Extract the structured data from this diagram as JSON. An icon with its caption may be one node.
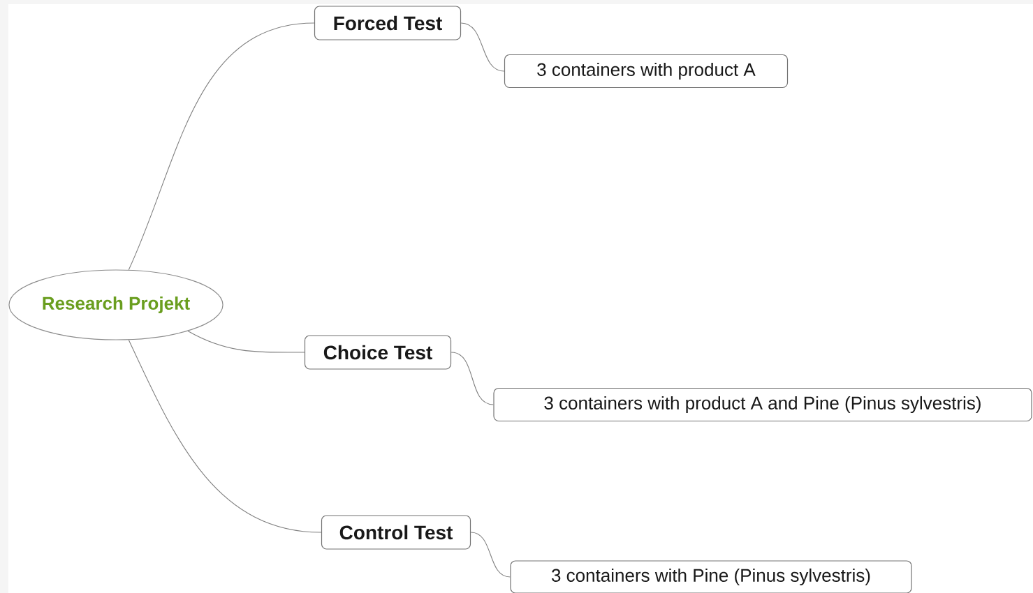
{
  "diagram": {
    "nodes": [
      {
        "text": [
          "Research Projekt"
        ]
      },
      {
        "text": [
          "Forced Test"
        ]
      },
      {
        "text": [
          "3 containers with product A"
        ]
      },
      {
        "text": [
          "Choice Test"
        ]
      },
      {
        "text": [
          "3 containers with product A and Pine (Pinus sylvestris)"
        ]
      },
      {
        "text": [
          "Control Test"
        ]
      },
      {
        "text": [
          "3 containers with Pine (Pinus sylvestris)"
        ]
      }
    ],
    "edges": [
      {
        "from": 0,
        "to": 1,
        "arrow": "none"
      },
      {
        "from": 1,
        "to": 2,
        "arrow": "none"
      },
      {
        "from": 0,
        "to": 3,
        "arrow": "none"
      },
      {
        "from": 3,
        "to": 4,
        "arrow": "none"
      },
      {
        "from": 0,
        "to": 5,
        "arrow": "none"
      },
      {
        "from": 5,
        "to": 6,
        "arrow": "none"
      }
    ]
  }
}
